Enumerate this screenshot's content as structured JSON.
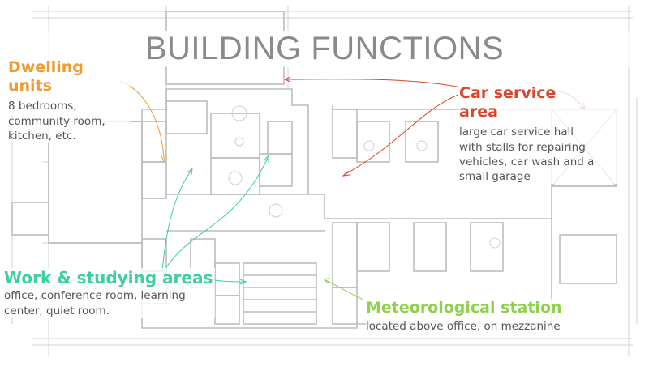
{
  "title": "BUILDING FUNCTIONS",
  "colors": {
    "dwelling": "#f39a2b",
    "car_service": "#d9462a",
    "work": "#3ecf9c",
    "meteorological": "#8fd14f",
    "plan_lines": "#cfcfcf",
    "title_text": "#8a8a8a"
  },
  "labels": {
    "dwelling": {
      "heading_line1": "Dwelling",
      "heading_line2": "units",
      "desc_line1": "8 bedrooms,",
      "desc_line2": "community room,",
      "desc_line3": "kitchen, etc."
    },
    "car_service": {
      "heading_line1": "Car service",
      "heading_line2": "area",
      "desc_line1": "large car service hall",
      "desc_line2": "with stalls for repairing",
      "desc_line3": "vehicles, car wash and a",
      "desc_line4": "small garage"
    },
    "work": {
      "heading": "Work & studying areas",
      "desc_line1": "office, conference room, learning",
      "desc_line2": "center, quiet room."
    },
    "meteorological": {
      "heading": "Meteorological station",
      "desc": "located above office, on mezzanine"
    }
  }
}
